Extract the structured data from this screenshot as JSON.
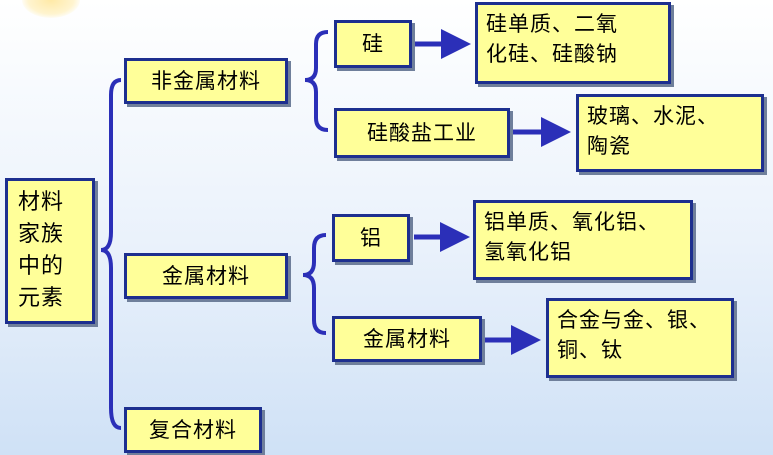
{
  "root": "材料\n家族\n中的\n元素",
  "categories": {
    "nonmetal": "非金属材料",
    "metal": "金属材料",
    "composite": "复合材料"
  },
  "nonmetal_children": {
    "silicon": "硅",
    "silicate": "硅酸盐工业"
  },
  "nonmetal_results": {
    "silicon": "硅单质、二氧\n化硅、硅酸钠",
    "silicate": "玻璃、水泥、\n陶瓷"
  },
  "metal_children": {
    "aluminum": "铝",
    "metal_material": "金属材料"
  },
  "metal_results": {
    "aluminum": "铝单质、氧化铝、\n氢氧化铝",
    "metal_material": "合金与金、银、\n铜、钛"
  },
  "colors": {
    "box_fill": "#ffff99",
    "box_border": "#1d2f8f",
    "connector": "#2b2fb8"
  }
}
